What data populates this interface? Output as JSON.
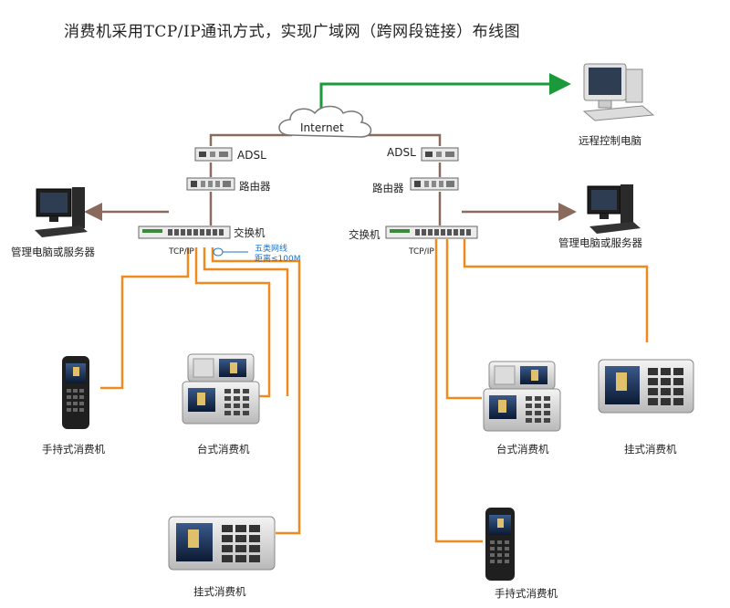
{
  "title": "消费机采用TCP/IP通讯方式，实现广域网（跨网段链接）布线图",
  "internet": "Internet",
  "left": {
    "adsl": "ADSL",
    "router": "路由器",
    "switch": "交换机",
    "tcpip": "TCP/IP",
    "cable_note_line1": "五类网线",
    "cable_note_line2": "距离≤100M",
    "pc": "管理电脑或服务器",
    "handheld": "手持式消费机",
    "desktop": "台式消费机",
    "wallmount": "挂式消费机"
  },
  "right": {
    "adsl": "ADSL",
    "router": "路由器",
    "switch": "交换机",
    "tcpip": "TCP/IP",
    "pc": "管理电脑或服务器",
    "remote": "远程控制电脑",
    "desktop": "台式消费机",
    "wallmount": "挂式消费机",
    "handheld": "手持式消费机"
  },
  "colors": {
    "cable_orange": "#ef8a1e",
    "link_brown": "#8a6a5c",
    "internet_green": "#1a9a3a",
    "note_blue": "#1a73c9"
  }
}
